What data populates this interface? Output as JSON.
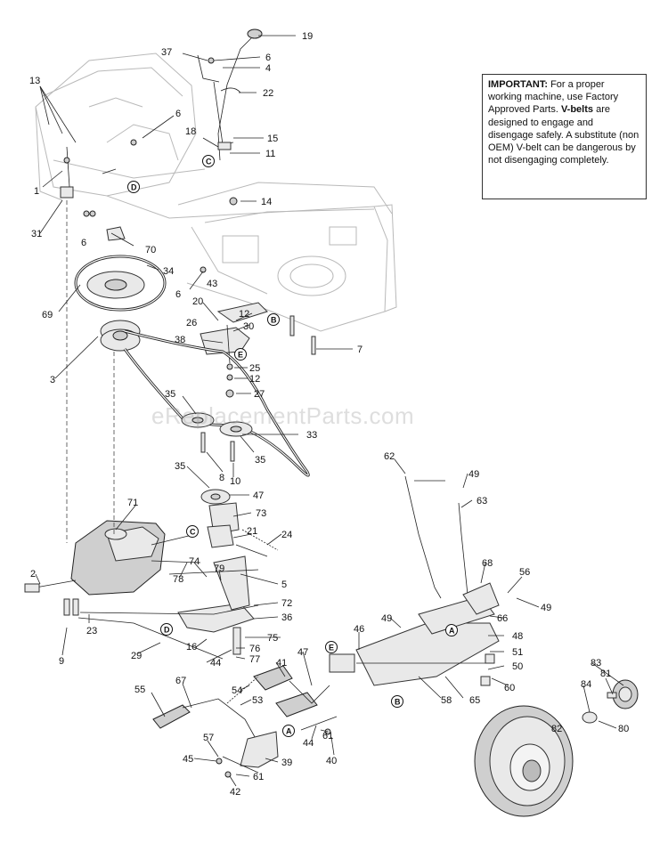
{
  "note": {
    "heading": "IMPORTANT:",
    "line1": " For a proper working machine, use Factory Approved Parts.",
    "vbelts": "V-belts",
    "line2": " are designed to engage and disengage safely. A substitute (non OEM) V-belt can be dangerous by not disengaging completely."
  },
  "watermark": "eReplacementParts.com",
  "callouts": [
    {
      "id": "c19",
      "label": "19"
    },
    {
      "id": "c37",
      "label": "37"
    },
    {
      "id": "c6a",
      "label": "6"
    },
    {
      "id": "c4",
      "label": "4"
    },
    {
      "id": "c13",
      "label": "13"
    },
    {
      "id": "c22",
      "label": "22"
    },
    {
      "id": "c6b",
      "label": "6"
    },
    {
      "id": "c18",
      "label": "18"
    },
    {
      "id": "c15",
      "label": "15"
    },
    {
      "id": "c11",
      "label": "11"
    },
    {
      "id": "c1",
      "label": "1"
    },
    {
      "id": "c14",
      "label": "14"
    },
    {
      "id": "c31",
      "label": "31"
    },
    {
      "id": "c6c",
      "label": "6"
    },
    {
      "id": "c70",
      "label": "70"
    },
    {
      "id": "c34",
      "label": "34"
    },
    {
      "id": "c6d",
      "label": "6"
    },
    {
      "id": "c43",
      "label": "43"
    },
    {
      "id": "c69",
      "label": "69"
    },
    {
      "id": "c20",
      "label": "20"
    },
    {
      "id": "c12a",
      "label": "12"
    },
    {
      "id": "c26",
      "label": "26"
    },
    {
      "id": "c30",
      "label": "30"
    },
    {
      "id": "c38",
      "label": "38"
    },
    {
      "id": "c7",
      "label": "7"
    },
    {
      "id": "c3",
      "label": "3"
    },
    {
      "id": "c25",
      "label": "25"
    },
    {
      "id": "c12b",
      "label": "12"
    },
    {
      "id": "c27",
      "label": "27"
    },
    {
      "id": "c35a",
      "label": "35"
    },
    {
      "id": "c33",
      "label": "33"
    },
    {
      "id": "c35b",
      "label": "35"
    },
    {
      "id": "c8",
      "label": "8"
    },
    {
      "id": "c10",
      "label": "10"
    },
    {
      "id": "c62",
      "label": "62"
    },
    {
      "id": "c49a",
      "label": "49"
    },
    {
      "id": "c35c",
      "label": "35"
    },
    {
      "id": "c47a",
      "label": "47"
    },
    {
      "id": "c63",
      "label": "63"
    },
    {
      "id": "c71",
      "label": "71"
    },
    {
      "id": "c73",
      "label": "73"
    },
    {
      "id": "c21",
      "label": "21"
    },
    {
      "id": "c24",
      "label": "24"
    },
    {
      "id": "c2",
      "label": "2"
    },
    {
      "id": "c74",
      "label": "74"
    },
    {
      "id": "c79",
      "label": "79"
    },
    {
      "id": "c5",
      "label": "5"
    },
    {
      "id": "c78",
      "label": "78"
    },
    {
      "id": "c68",
      "label": "68"
    },
    {
      "id": "c56",
      "label": "56"
    },
    {
      "id": "c49b",
      "label": "49"
    },
    {
      "id": "c72",
      "label": "72"
    },
    {
      "id": "c36",
      "label": "36"
    },
    {
      "id": "c23",
      "label": "23"
    },
    {
      "id": "c66",
      "label": "66"
    },
    {
      "id": "c9",
      "label": "9"
    },
    {
      "id": "c49c",
      "label": "49"
    },
    {
      "id": "c48",
      "label": "48"
    },
    {
      "id": "c75",
      "label": "75"
    },
    {
      "id": "c46",
      "label": "46"
    },
    {
      "id": "c29",
      "label": "29"
    },
    {
      "id": "c16",
      "label": "16"
    },
    {
      "id": "c76",
      "label": "76"
    },
    {
      "id": "c44a",
      "label": "44"
    },
    {
      "id": "c77",
      "label": "77"
    },
    {
      "id": "c47b",
      "label": "47"
    },
    {
      "id": "c41",
      "label": "41"
    },
    {
      "id": "c51",
      "label": "51"
    },
    {
      "id": "c50",
      "label": "50"
    },
    {
      "id": "c60",
      "label": "60"
    },
    {
      "id": "c83",
      "label": "83"
    },
    {
      "id": "c55",
      "label": "55"
    },
    {
      "id": "c67",
      "label": "67"
    },
    {
      "id": "c54",
      "label": "54"
    },
    {
      "id": "c58",
      "label": "58"
    },
    {
      "id": "c65",
      "label": "65"
    },
    {
      "id": "c81",
      "label": "81"
    },
    {
      "id": "c84",
      "label": "84"
    },
    {
      "id": "c53",
      "label": "53"
    },
    {
      "id": "c44b",
      "label": "44"
    },
    {
      "id": "c61a",
      "label": "61"
    },
    {
      "id": "c40",
      "label": "40"
    },
    {
      "id": "c82",
      "label": "82"
    },
    {
      "id": "c80",
      "label": "80"
    },
    {
      "id": "c57",
      "label": "57"
    },
    {
      "id": "c45",
      "label": "45"
    },
    {
      "id": "c39",
      "label": "39"
    },
    {
      "id": "c61b",
      "label": "61"
    },
    {
      "id": "c42",
      "label": "42"
    }
  ],
  "ref_letters": [
    {
      "id": "lC1",
      "label": "C"
    },
    {
      "id": "lD1",
      "label": "D"
    },
    {
      "id": "lB1",
      "label": "B"
    },
    {
      "id": "lE1",
      "label": "E"
    },
    {
      "id": "lC2",
      "label": "C"
    },
    {
      "id": "lD2",
      "label": "D"
    },
    {
      "id": "lE2",
      "label": "E"
    },
    {
      "id": "lA1",
      "label": "A"
    },
    {
      "id": "lB2",
      "label": "B"
    },
    {
      "id": "lA2",
      "label": "A"
    }
  ]
}
